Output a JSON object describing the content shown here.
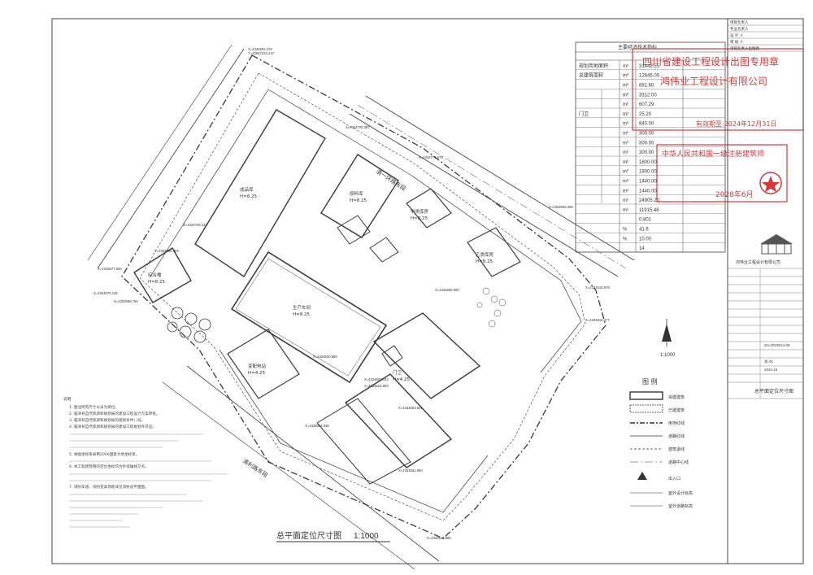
{
  "drawing": {
    "title": "总平面定位尺寸图",
    "scale": "1:1000",
    "north_scale": "1:1000"
  },
  "stamps": {
    "design_stamp_title": "四川省建设工程设计出图专用章",
    "design_company": "鸿伟业工程设计有限公司",
    "design_expiry": "有效期至:2024年12月31日",
    "architect_title": "中华人民共和国一级注册建筑师",
    "architect_expiry": "2028年6月"
  },
  "signatures": {
    "rows": [
      "项目负责人",
      "专业负责人",
      "设 计 人",
      "审 核 人",
      "项目负责人出图章"
    ]
  },
  "indicators": {
    "title": "主要经济技术指标",
    "rows": [
      {
        "label": "规划用地面积",
        "unit": "m²",
        "value": "31442.55"
      },
      {
        "label": "总建筑面积",
        "unit": "m²",
        "value": "12846.00"
      },
      {
        "label": "",
        "unit": "m²",
        "value": "681.60"
      },
      {
        "label": "",
        "unit": "m²",
        "value": "3312.00"
      },
      {
        "label": "",
        "unit": "m²",
        "value": "607.29"
      },
      {
        "label": "门卫",
        "unit": "m²",
        "value": "25.20"
      },
      {
        "label": "",
        "unit": "m²",
        "value": "840.00"
      },
      {
        "label": "",
        "unit": "m²",
        "value": "300.00"
      },
      {
        "label": "",
        "unit": "m²",
        "value": "300.00"
      },
      {
        "label": "",
        "unit": "m²",
        "value": "300.00"
      },
      {
        "label": "",
        "unit": "m²",
        "value": "1800.00"
      },
      {
        "label": "",
        "unit": "m²",
        "value": "1800.00"
      },
      {
        "label": "",
        "unit": "m²",
        "value": "1440.00"
      },
      {
        "label": "",
        "unit": "m²",
        "value": "1440.00"
      },
      {
        "label": "",
        "unit": "m²",
        "value": "24905.20"
      },
      {
        "label": "",
        "unit": "m²",
        "value": "11915.48"
      },
      {
        "label": "",
        "unit": "",
        "value": "0.801"
      },
      {
        "label": "",
        "unit": "%",
        "value": "41.6"
      },
      {
        "label": "",
        "unit": "%",
        "value": "10.00"
      },
      {
        "label": "",
        "unit": "",
        "value": "14"
      }
    ]
  },
  "legend": {
    "title": "图  例",
    "items": [
      {
        "label": "拟建建筑"
      },
      {
        "label": "已建建筑"
      },
      {
        "label": "用地红线"
      },
      {
        "label": "道路红线"
      },
      {
        "label": "建筑退线"
      },
      {
        "label": "道路中心线"
      },
      {
        "label": "出入口"
      },
      {
        "label": "室外设计标高"
      },
      {
        "label": "室外道路标高"
      }
    ]
  },
  "notes_title": "说明:",
  "notes": [
    "1. 图注所有尺寸以米为单位。",
    "2. 临津县自然资源和规划局的建设工程设计方案审批。",
    "3. 临津县自然资源和规划局的规划条件(  )号。",
    "4. 临津县自然资源和规划局的建设工程规划许可证。",
    "5. 本图坐标系采用2000国家大地坐标系。",
    "6. 本工程建筑物的定位坐标均为外墙轴线交点。",
    "7. 消防车道、消防登高场地详见消防总平面图。"
  ],
  "roads": {
    "east": "清一环路东段",
    "south": "清利路东段"
  },
  "buildings": [
    {
      "name": "成品库",
      "height": "H=8.25"
    },
    {
      "name": "原料库",
      "height": "H=8.25"
    },
    {
      "name": "综合楼",
      "height": "H=8.25"
    },
    {
      "name": "生产车间",
      "height": "H=8.25"
    },
    {
      "name": "变配电站",
      "height": "H=4.25"
    },
    {
      "name": "门卫",
      "height": "H=4.25"
    },
    {
      "name": "甲类库房",
      "height": "H=8.25"
    },
    {
      "name": "乙类库房",
      "height": "H=8.25"
    }
  ],
  "titleblock": {
    "company": "鸿伟业工程设计有限公司",
    "drawing_name": "总平面定位尺寸图",
    "date": "2024.10",
    "sheet_no": "总-01",
    "doc_no": "ZH-2023014-08"
  },
  "colors": {
    "line": "#3a3a3a",
    "stamp_red": "#d23a3a",
    "paper": "#ffffff"
  }
}
